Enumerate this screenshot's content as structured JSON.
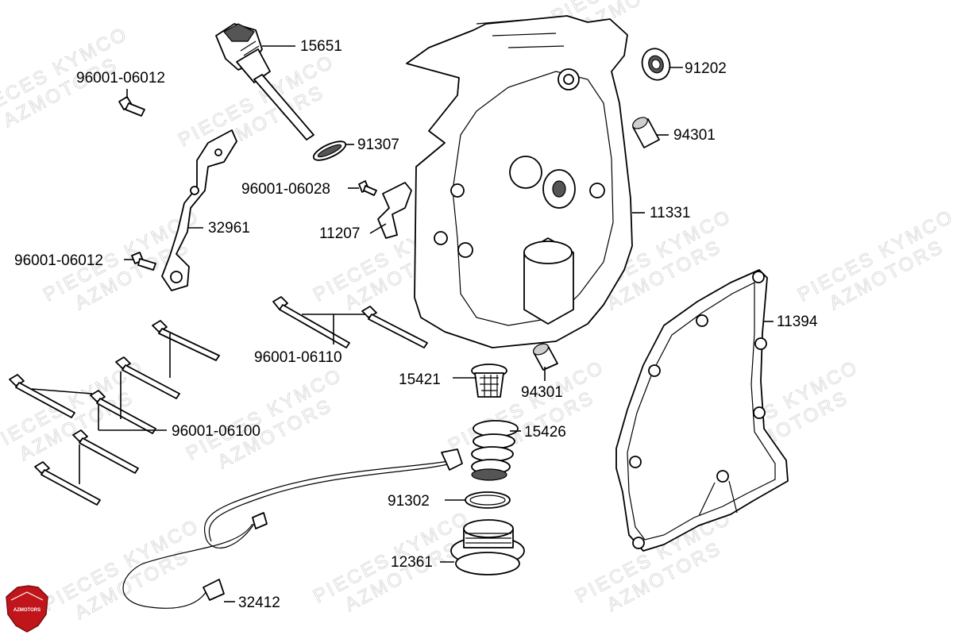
{
  "watermark": {
    "line1": "PIECES KYMCO",
    "line2": "AZMOTORS"
  },
  "logo": {
    "text": "AZMOTORS",
    "color": "#c0161b"
  },
  "callouts": [
    {
      "id": "15651",
      "label": "15651"
    },
    {
      "id": "91202",
      "label": "91202"
    },
    {
      "id": "96001-06012-top",
      "label": "96001-06012"
    },
    {
      "id": "94301-top",
      "label": "94301"
    },
    {
      "id": "91307",
      "label": "91307"
    },
    {
      "id": "96001-06028",
      "label": "96001-06028"
    },
    {
      "id": "11331",
      "label": "11331"
    },
    {
      "id": "32961",
      "label": "32961"
    },
    {
      "id": "11207",
      "label": "11207"
    },
    {
      "id": "96001-06012-mid",
      "label": "96001-06012"
    },
    {
      "id": "11394",
      "label": "11394"
    },
    {
      "id": "96001-06110",
      "label": "96001-06110"
    },
    {
      "id": "15421",
      "label": "15421"
    },
    {
      "id": "94301-bottom",
      "label": "94301"
    },
    {
      "id": "96001-06100",
      "label": "96001-06100"
    },
    {
      "id": "15426",
      "label": "15426"
    },
    {
      "id": "91302",
      "label": "91302"
    },
    {
      "id": "12361",
      "label": "12361"
    },
    {
      "id": "32412",
      "label": "32412"
    }
  ]
}
